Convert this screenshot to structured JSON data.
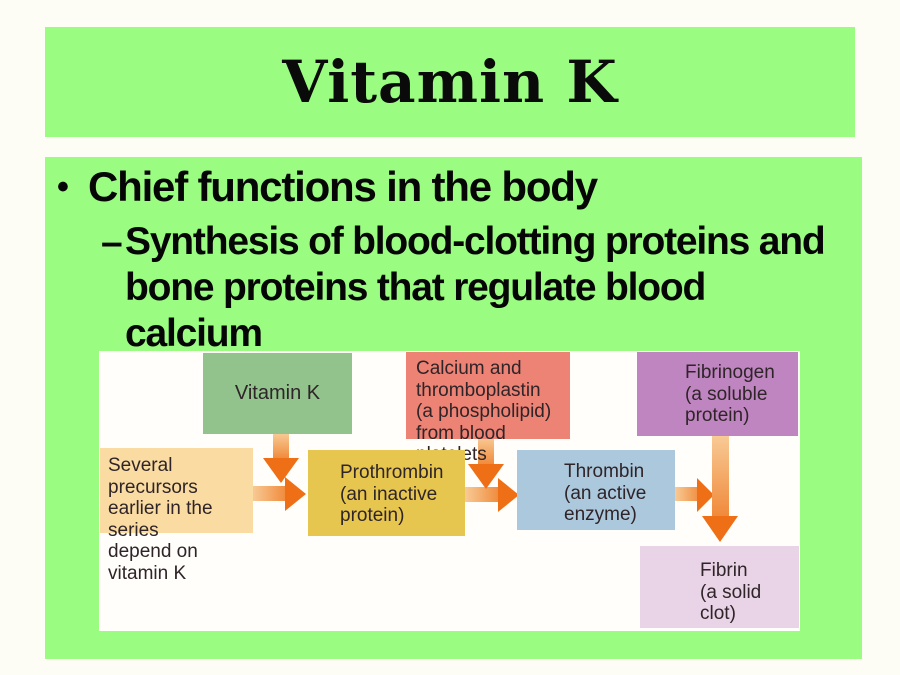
{
  "colors": {
    "slide_green": "#9afc80",
    "page_background": "#fdfdf6",
    "diagram_background": "#fffefb",
    "arrow_orange": "#ee6f16",
    "arrow_orange_light": "#f8cb96",
    "text_dark": "#060606"
  },
  "title": "Vitamin K",
  "bullets": {
    "bullet_char": "•",
    "level1": "Chief functions in the body",
    "dash_char": "–",
    "level2_lines": [
      "Synthesis of blood-clotting proteins and",
      "bone proteins that regulate blood",
      "calcium"
    ]
  },
  "diagram": {
    "vitamin_k": {
      "label": "Vitamin K",
      "bg": "#92c38d"
    },
    "calcium_thromboplastin": {
      "lines": [
        "Calcium and",
        "thromboplastin",
        "(a phospholipid)",
        "from blood platelets"
      ],
      "bg": "#ec8374"
    },
    "fibrinogen": {
      "lines": [
        "Fibrinogen",
        "(a soluble",
        "protein)"
      ],
      "bg": "#bf85c0"
    },
    "precursors": {
      "lines": [
        "Several precursors",
        "earlier in the series",
        "depend on",
        "vitamin K"
      ],
      "bg": "#fadca3"
    },
    "prothrombin": {
      "lines": [
        "Prothrombin",
        "(an inactive",
        "protein)"
      ],
      "bg": "#e6c64f"
    },
    "thrombin": {
      "lines": [
        "Thrombin",
        "(an active",
        "enzyme)"
      ],
      "bg": "#abc8dd"
    },
    "fibrin": {
      "lines": [
        "Fibrin",
        "(a solid",
        "clot)"
      ],
      "bg": "#e9d3e6"
    }
  }
}
